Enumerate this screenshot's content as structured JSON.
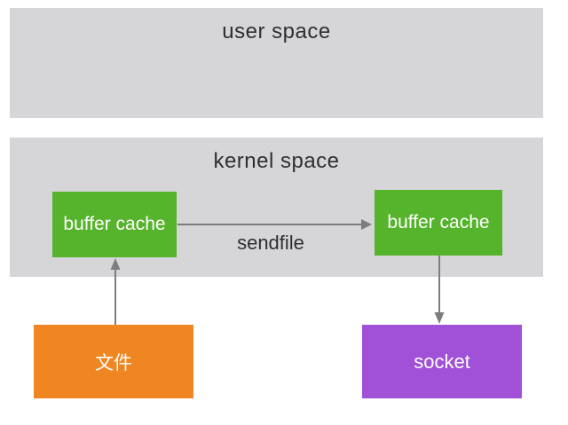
{
  "title": "sendfile zero-copy diagram",
  "user_space": {
    "label": "user space"
  },
  "kernel_space": {
    "label": "kernel space"
  },
  "nodes": {
    "buffer_cache_left": {
      "label": "buffer cache"
    },
    "buffer_cache_right": {
      "label": "buffer cache"
    },
    "file": {
      "label": "文件"
    },
    "socket": {
      "label": "socket"
    }
  },
  "edges": [
    {
      "from": "buffer_cache_left",
      "to": "buffer_cache_right",
      "label": "sendfile",
      "direction": "right"
    },
    {
      "from": "file",
      "to": "buffer_cache_left",
      "label": "",
      "direction": "up"
    },
    {
      "from": "buffer_cache_right",
      "to": "socket",
      "label": "",
      "direction": "down"
    }
  ],
  "sendfile_edge": {
    "label": "sendfile"
  },
  "colors": {
    "region_bg": "#d6d5d8",
    "buffer_green": "#56b32c",
    "file_orange": "#ef8621",
    "socket_purple": "#a150d8",
    "arrow_gray": "#7d7d80",
    "text_dark": "#2f2f31",
    "text_light": "#ffffff",
    "page_bg": "#ffffff"
  }
}
